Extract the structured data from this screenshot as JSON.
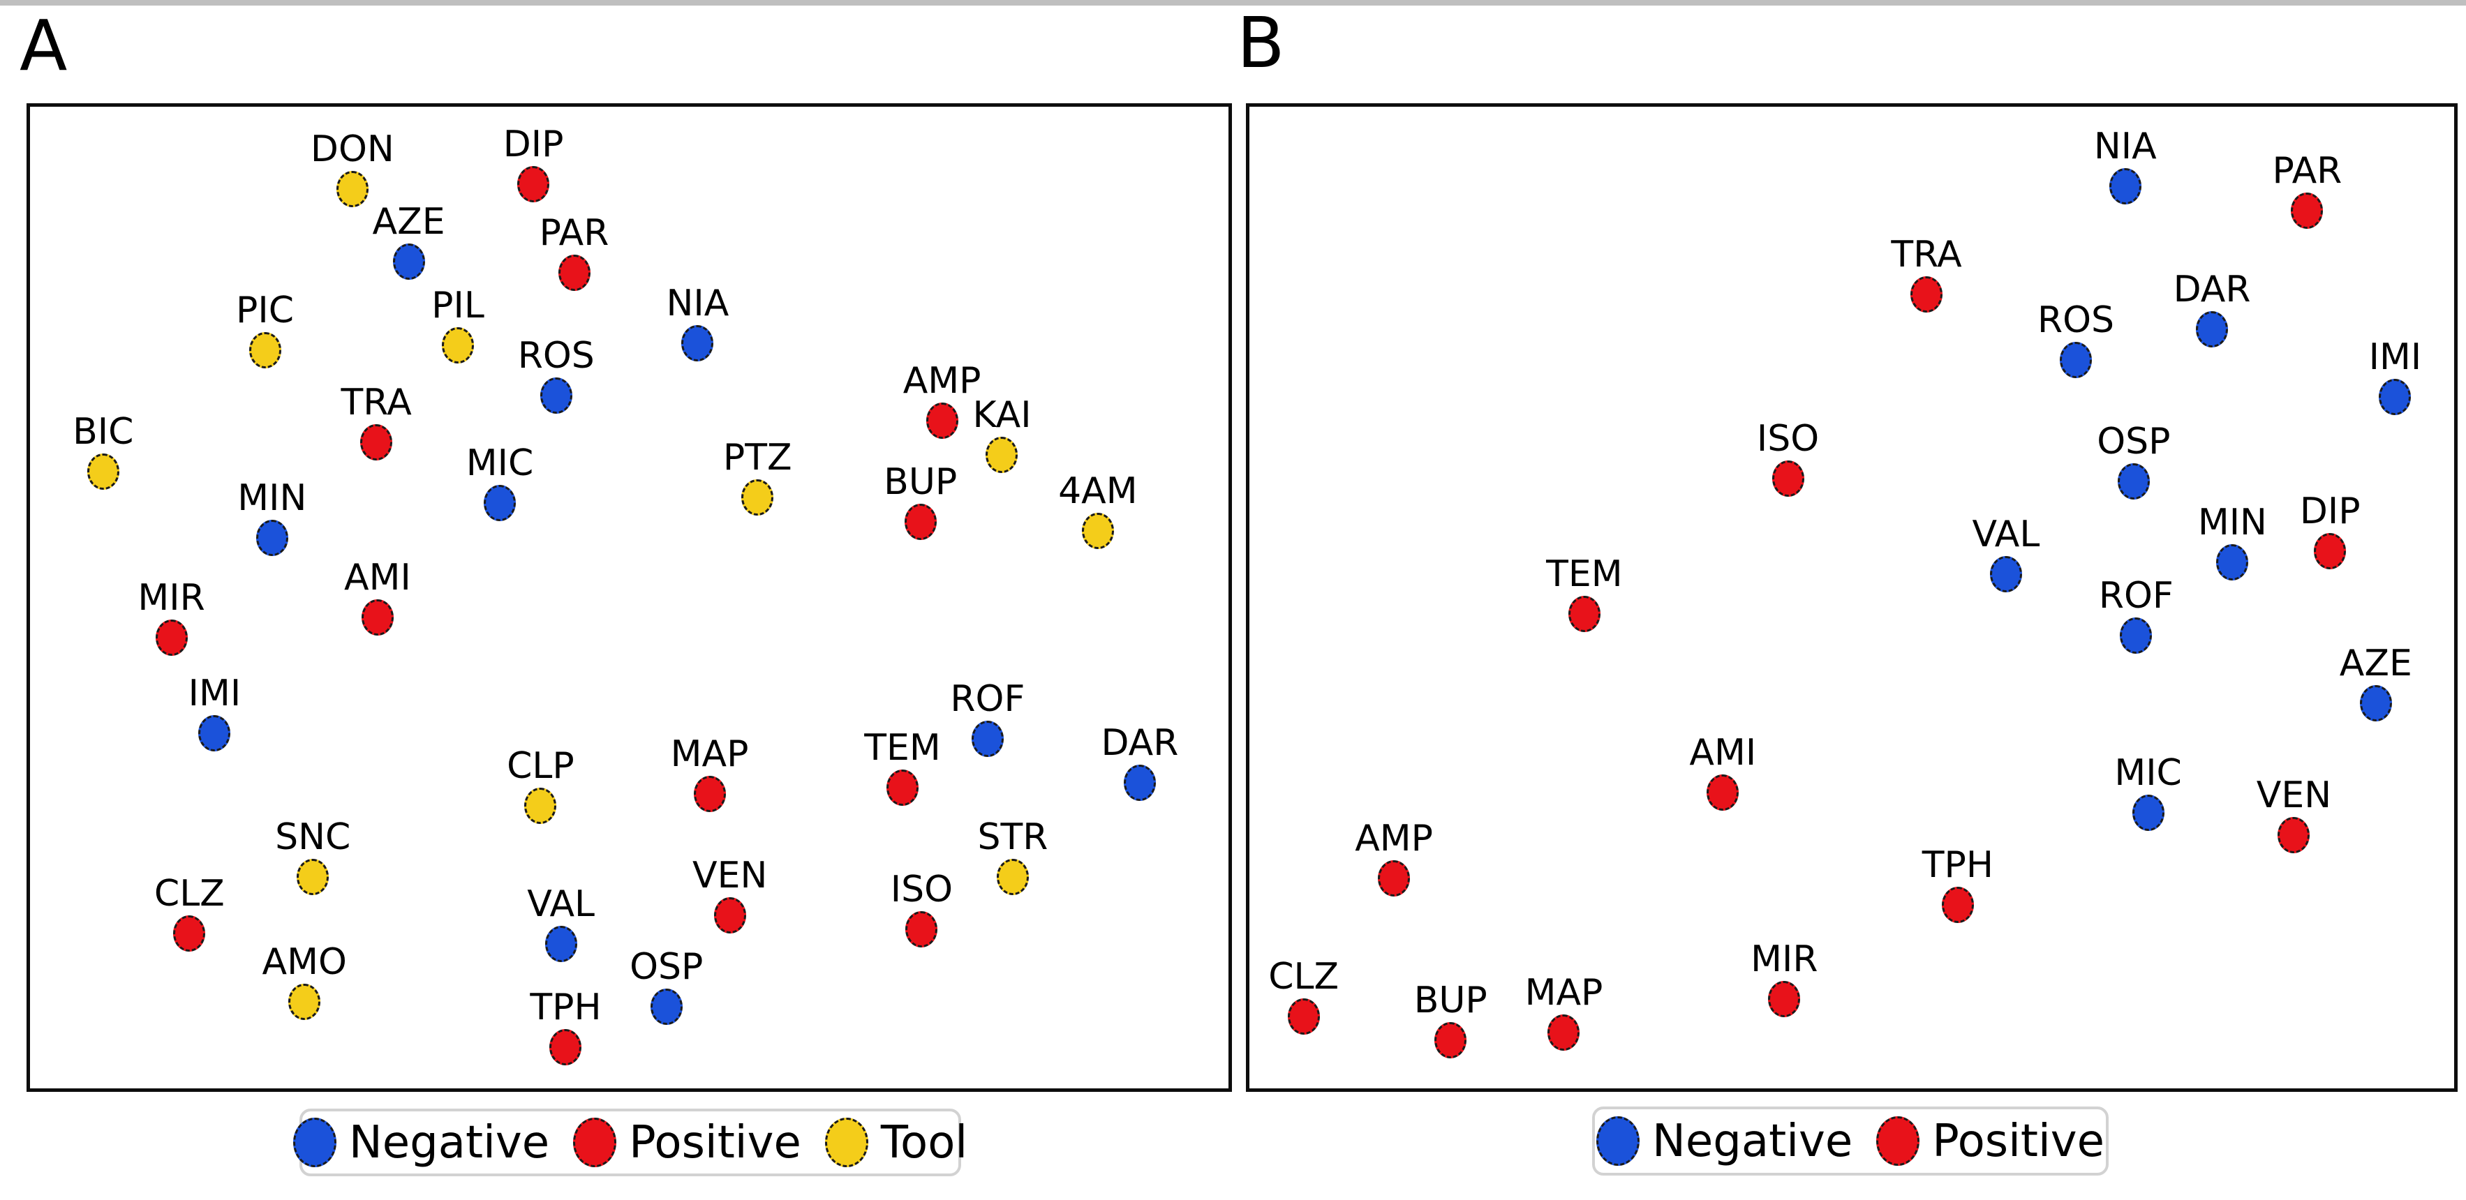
{
  "figure": {
    "colors": {
      "negative": "#1b52da",
      "positive": "#e8121a",
      "tool": "#f4cd1a",
      "marker_outline": "#1a1a1a",
      "panel_border": "#0d0d0d",
      "legend_border": "#d2d2d2"
    }
  },
  "chart_data": [
    {
      "type": "scatter",
      "panel_label": "A",
      "title": "",
      "xlabel": "",
      "ylabel": "",
      "axes_hidden": true,
      "coordinate_note": "x,y are percent of panel interior; y measured from top edge",
      "legend_position": "bottom-center",
      "legend": [
        {
          "label": "Negative",
          "class": "negative"
        },
        {
          "label": "Positive",
          "class": "positive"
        },
        {
          "label": "Tool",
          "class": "tool"
        }
      ],
      "series": [
        {
          "name": "Negative",
          "class": "negative",
          "points": [
            {
              "label": "AZE",
              "x": 31.6,
              "y": 15.8
            },
            {
              "label": "NIA",
              "x": 55.7,
              "y": 24.1
            },
            {
              "label": "ROS",
              "x": 43.9,
              "y": 29.4
            },
            {
              "label": "MIC",
              "x": 39.2,
              "y": 40.4
            },
            {
              "label": "MIN",
              "x": 20.2,
              "y": 43.9
            },
            {
              "label": "IMI",
              "x": 15.4,
              "y": 63.8
            },
            {
              "label": "ROF",
              "x": 79.9,
              "y": 64.4
            },
            {
              "label": "DAR",
              "x": 92.6,
              "y": 68.9
            },
            {
              "label": "VAL",
              "x": 44.3,
              "y": 85.3
            },
            {
              "label": "OSP",
              "x": 53.1,
              "y": 91.7
            }
          ]
        },
        {
          "name": "Positive",
          "class": "positive",
          "points": [
            {
              "label": "DIP",
              "x": 42.0,
              "y": 7.9
            },
            {
              "label": "PAR",
              "x": 45.4,
              "y": 16.9
            },
            {
              "label": "AMP",
              "x": 76.1,
              "y": 32.0
            },
            {
              "label": "TRA",
              "x": 28.9,
              "y": 34.2
            },
            {
              "label": "BUP",
              "x": 74.3,
              "y": 42.3
            },
            {
              "label": "AMI",
              "x": 29.0,
              "y": 52.0
            },
            {
              "label": "MIR",
              "x": 11.8,
              "y": 54.1
            },
            {
              "label": "TEM",
              "x": 72.8,
              "y": 69.4
            },
            {
              "label": "MAP",
              "x": 56.7,
              "y": 70.0
            },
            {
              "label": "VEN",
              "x": 58.4,
              "y": 82.4
            },
            {
              "label": "CLZ",
              "x": 13.3,
              "y": 84.2
            },
            {
              "label": "ISO",
              "x": 74.4,
              "y": 83.8
            },
            {
              "label": "TPH",
              "x": 44.7,
              "y": 95.8
            }
          ]
        },
        {
          "name": "Tool",
          "class": "tool",
          "points": [
            {
              "label": "DON",
              "x": 26.9,
              "y": 8.4
            },
            {
              "label": "PIC",
              "x": 19.6,
              "y": 24.8
            },
            {
              "label": "PIL",
              "x": 35.7,
              "y": 24.3
            },
            {
              "label": "KAI",
              "x": 81.1,
              "y": 35.5
            },
            {
              "label": "BIC",
              "x": 6.1,
              "y": 37.2
            },
            {
              "label": "PTZ",
              "x": 60.7,
              "y": 39.8
            },
            {
              "label": "4AM",
              "x": 89.1,
              "y": 43.2
            },
            {
              "label": "CLP",
              "x": 42.6,
              "y": 71.2
            },
            {
              "label": "SNC",
              "x": 23.6,
              "y": 78.5
            },
            {
              "label": "STR",
              "x": 82.0,
              "y": 78.5
            },
            {
              "label": "AMO",
              "x": 22.9,
              "y": 91.2
            }
          ]
        }
      ]
    },
    {
      "type": "scatter",
      "panel_label": "B",
      "title": "",
      "xlabel": "",
      "ylabel": "",
      "axes_hidden": true,
      "coordinate_note": "x,y are percent of panel interior; y measured from top edge",
      "legend_position": "bottom-center",
      "legend": [
        {
          "label": "Negative",
          "class": "negative"
        },
        {
          "label": "Positive",
          "class": "positive"
        }
      ],
      "series": [
        {
          "name": "Negative",
          "class": "negative",
          "points": [
            {
              "label": "NIA",
              "x": 72.7,
              "y": 8.1
            },
            {
              "label": "DAR",
              "x": 79.9,
              "y": 22.7
            },
            {
              "label": "ROS",
              "x": 68.6,
              "y": 25.8
            },
            {
              "label": "IMI",
              "x": 95.1,
              "y": 29.6
            },
            {
              "label": "OSP",
              "x": 73.4,
              "y": 38.2
            },
            {
              "label": "MIN",
              "x": 81.6,
              "y": 46.4
            },
            {
              "label": "VAL",
              "x": 62.8,
              "y": 47.6
            },
            {
              "label": "ROF",
              "x": 73.6,
              "y": 53.9
            },
            {
              "label": "AZE",
              "x": 93.5,
              "y": 60.8
            },
            {
              "label": "MIC",
              "x": 74.6,
              "y": 71.9
            }
          ]
        },
        {
          "name": "Positive",
          "class": "positive",
          "points": [
            {
              "label": "PAR",
              "x": 87.8,
              "y": 10.6
            },
            {
              "label": "TRA",
              "x": 56.2,
              "y": 19.1
            },
            {
              "label": "ISO",
              "x": 44.7,
              "y": 37.9
            },
            {
              "label": "DIP",
              "x": 89.7,
              "y": 45.3
            },
            {
              "label": "TEM",
              "x": 27.8,
              "y": 51.7
            },
            {
              "label": "AMI",
              "x": 39.3,
              "y": 69.9
            },
            {
              "label": "VEN",
              "x": 86.7,
              "y": 74.2
            },
            {
              "label": "AMP",
              "x": 12.0,
              "y": 78.6
            },
            {
              "label": "TPH",
              "x": 58.8,
              "y": 81.3
            },
            {
              "label": "MIR",
              "x": 44.4,
              "y": 90.9
            },
            {
              "label": "CLZ",
              "x": 4.5,
              "y": 92.7
            },
            {
              "label": "MAP",
              "x": 26.1,
              "y": 94.3
            },
            {
              "label": "BUP",
              "x": 16.7,
              "y": 95.1
            }
          ]
        }
      ]
    }
  ]
}
